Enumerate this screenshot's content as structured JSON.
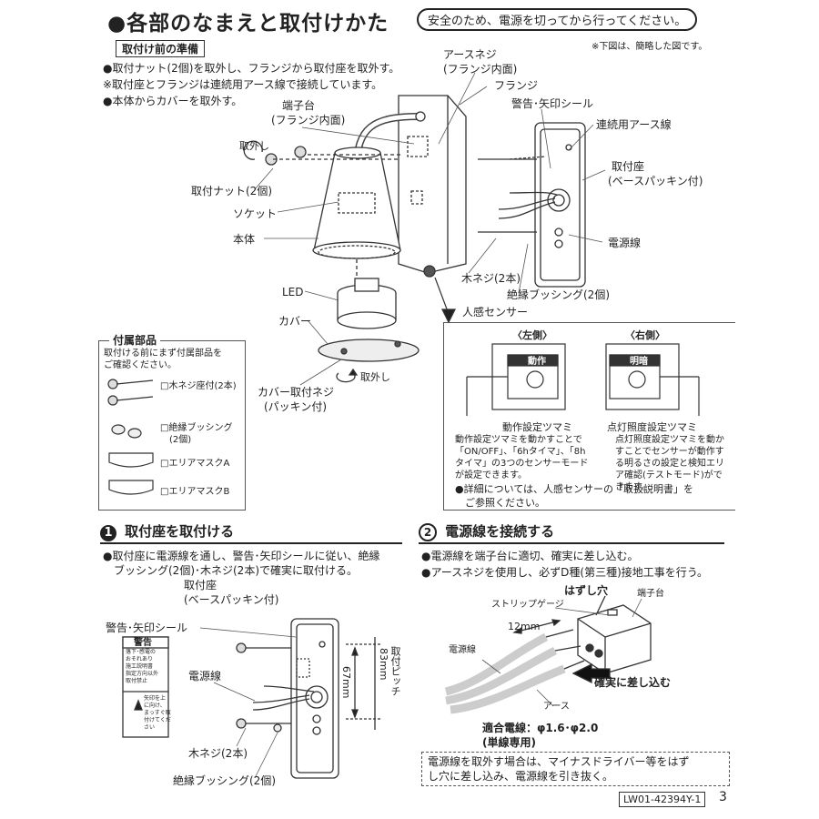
{
  "header": {
    "title": "●各部のなまえと取付けかた",
    "notice": "安全のため、電源を切ってから行ってください。"
  },
  "prep": {
    "tag": "取付け前の準備",
    "note": "※下図は、簡略した図です。",
    "lines": [
      "●取付ナット(2個)を取外し、フランジから取付座を取外す。",
      "※取付座とフランジは連続用アース線で接続しています。",
      "●本体からカバーを取外す。"
    ]
  },
  "diagram1": {
    "labels": {
      "earth_screw": "アースネジ",
      "earth_screw_sub": "(フランジ内面)",
      "flange": "フランジ",
      "terminal": "端子台",
      "terminal_sub": "(フランジ内面)",
      "warning_seal": "警告･矢印シール",
      "earth_wire": "連続用アース線",
      "base": "取付座",
      "base_sub": "(ベースパッキン付)",
      "remove": "取外し",
      "nut": "取付ナット(2個)",
      "socket": "ソケット",
      "body": "本体",
      "power_wire": "電源線",
      "wood_screw": "木ネジ(2本)",
      "bushing": "絶縁ブッシング(2個)",
      "sensor": "人感センサー",
      "led": "LED",
      "cover": "カバー",
      "cover_screw": "カバー取付ネジ",
      "cover_screw_sub": "(パッキン付)",
      "remove2": "取外し"
    }
  },
  "accessories": {
    "title": "付属部品",
    "intro": "取付ける前にまず付属部品を\nご確認ください。",
    "items": [
      "□木ネジ座付(2本)",
      "□絶縁ブッシング\n　(2個)",
      "□エリアマスクA",
      "□エリアマスクB"
    ]
  },
  "sensor_box": {
    "left_label": "〈左側〉",
    "right_label": "〈右側〉",
    "left_panel": "動作",
    "right_panel": "明暗",
    "left_caption": "動作設定ツマミ",
    "right_caption": "点灯照度設定ツマミ",
    "left_desc": "動作設定ツマミを動かすことで\n「ON/OFF」、「6hタイマ」、「8h\nタイマ」の3つのセンサーモード\nが設定できます。",
    "right_desc": "点灯照度設定ツマミを動か\nすことでセンサーが動作す\nる明るさの設定と検知エリ\nア確認(テストモード)がで\nきます。",
    "footer": "●詳細については、人感センサーの「取扱説明書」を\n　ご参照ください。"
  },
  "step1": {
    "num": "1",
    "title": "取付座を取付ける",
    "desc": "●取付座に電源線を通し、警告･矢印シールに従い、絶縁\n　ブッシング(2個)･木ネジ(2本)で確実に取付ける。",
    "base": "取付座",
    "base_sub": "(ベースパッキン付)",
    "seal": "警告･矢印シール",
    "power": "電源線",
    "screw": "木ネジ(2本)",
    "bushing": "絶縁ブッシング(2個)",
    "dim": "67mm",
    "pitch": "取付ピッチ",
    "pitch_val": "83mm",
    "warn_title": "警告",
    "warn_text": "落下･感電の\nおそれあり\n施工説明書\n指定方向以外\n取付禁止",
    "arrow_text": "矢印を上\nに向け、\nまっすぐ取\n付けてくだ\nさい"
  },
  "step2": {
    "num": "2",
    "title": "電源線を接続する",
    "lines": [
      "●電源線を端子台に適切、確実に差し込む。",
      "●アースネジを使用し、必ずD種(第三種)接地工事を行う。"
    ],
    "release_hole": "はずし穴",
    "strip_gauge": "ストリップゲージ",
    "terminal": "端子台",
    "length": "12mm",
    "power_wire": "電源線",
    "insert": "確実に差し込む",
    "earth": "アース",
    "wire_spec": "適合電線：φ1.6･φ2.0",
    "wire_spec2": "(単線専用)",
    "removal_note": "電源線を取外す場合は、マイナスドライバー等をはず\nし穴に差し込み、電源線を引き抜く。"
  },
  "footer": {
    "code": "LW01-42394Y-1",
    "page": "3"
  }
}
